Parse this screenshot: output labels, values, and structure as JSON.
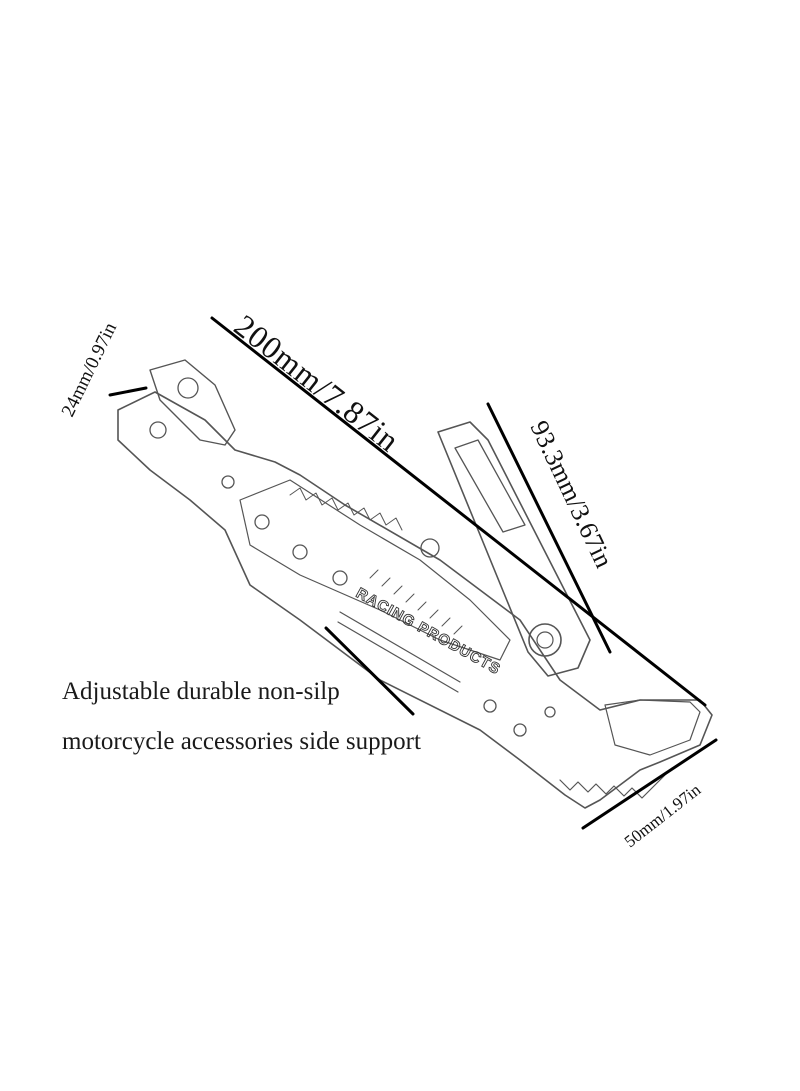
{
  "dimensions": {
    "length": "200mm/7.87in",
    "height": "93.3mm/3.67in",
    "width_top": "24mm/0.97in",
    "width_foot": "50mm/1.97in"
  },
  "caption": {
    "line1": "Adjustable durable non-silp",
    "line2": "motorcycle accessories side support"
  },
  "product": {
    "engraving": "RACING PRODUCTS",
    "style": "pencil-sketch"
  },
  "colors": {
    "ink": "#111111",
    "sketch": "#555555",
    "background": "#ffffff"
  }
}
